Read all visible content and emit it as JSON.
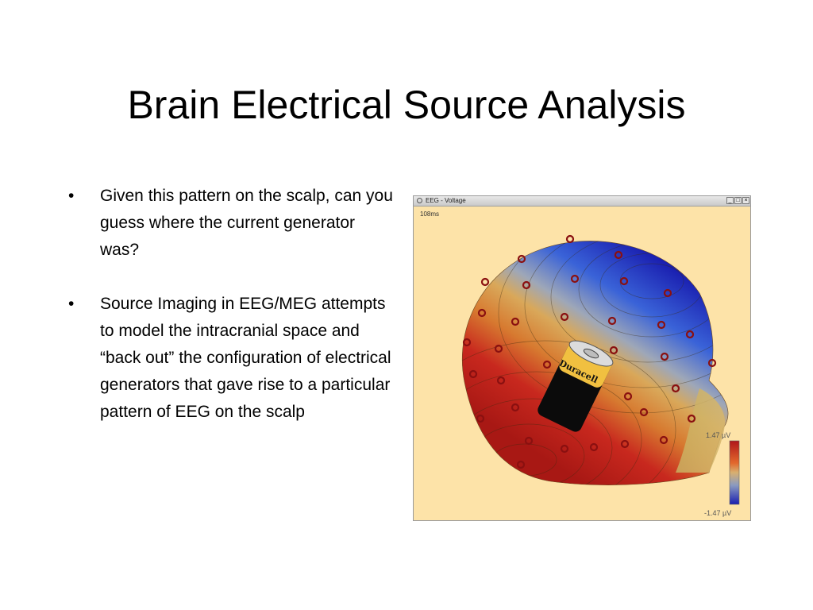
{
  "slide": {
    "title": "Brain Electrical Source Analysis",
    "bullets": [
      "Given this pattern on the scalp, can you guess where the current generator was?",
      "Source Imaging in EEG/MEG attempts to model the intracranial space and “back out” the configuration of electrical generators that gave rise to a particular pattern of EEG on the scalp"
    ]
  },
  "eeg_window": {
    "title": "EEG - Voltage",
    "time": "108ms",
    "scale_max": "1.47 µV",
    "scale_min": "-1.47 µV",
    "battery_label": "Duracell",
    "buttons": [
      "minimize",
      "maximize",
      "close"
    ]
  },
  "colors": {
    "positive": "#c8281e",
    "negative": "#1e2eb4",
    "neutral": "#d9a85a",
    "electrode": "#8a1010",
    "background": "#fde3a8"
  }
}
